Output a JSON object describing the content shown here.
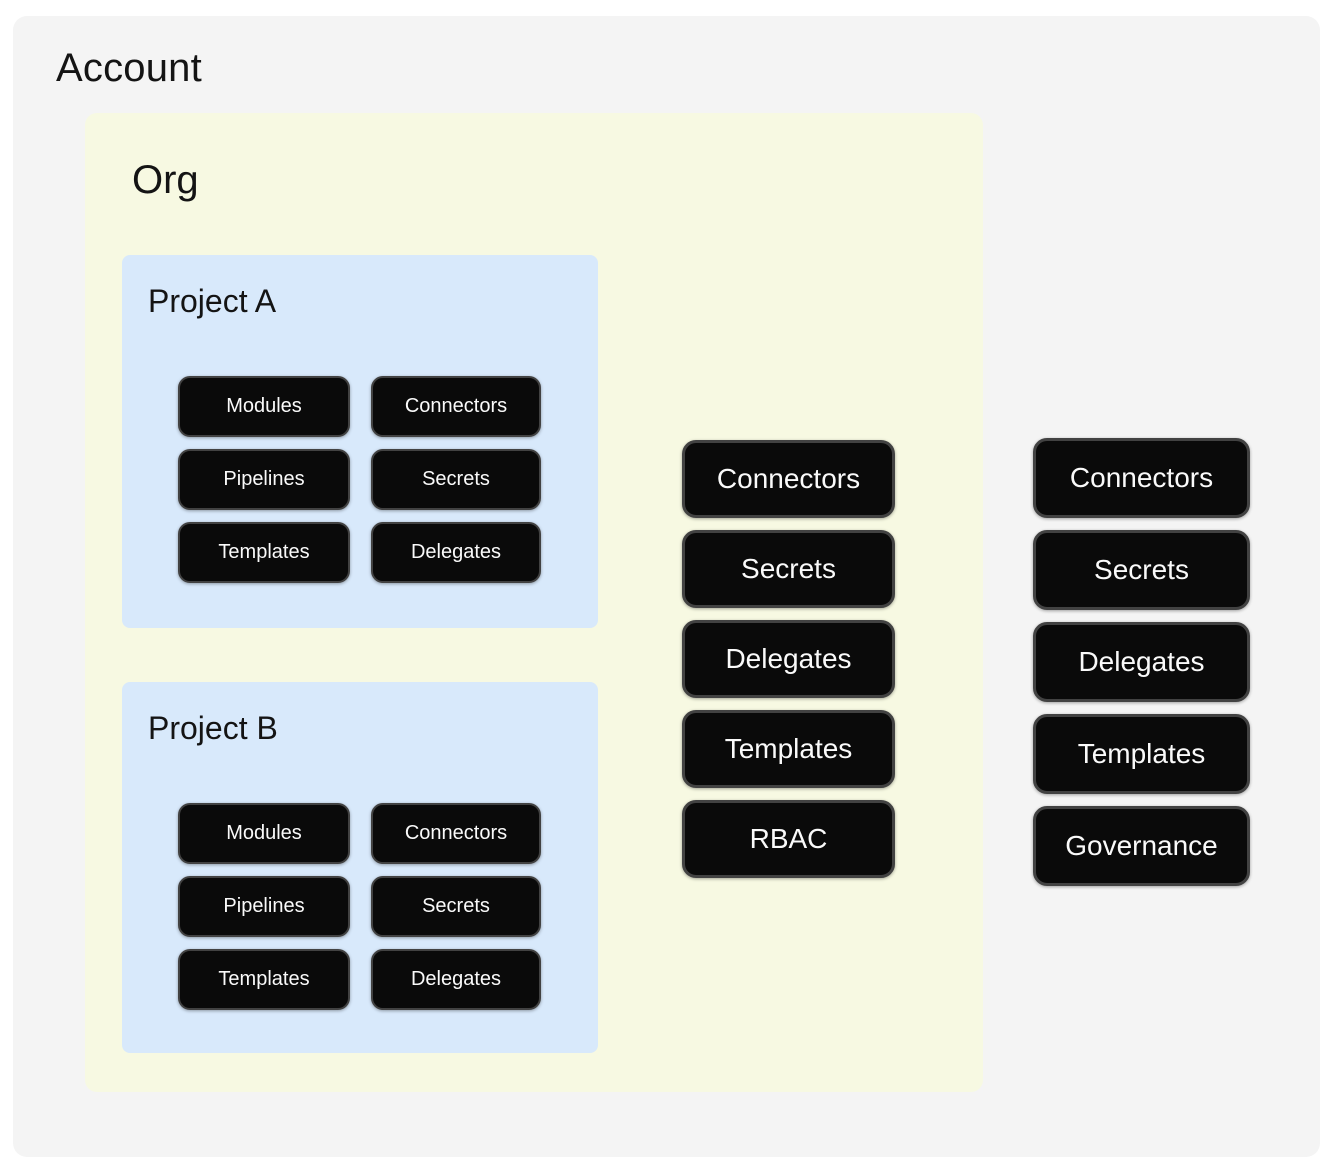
{
  "account": {
    "title": "Account",
    "resources": [
      "Connectors",
      "Secrets",
      "Delegates",
      "Templates",
      "Governance"
    ]
  },
  "org": {
    "title": "Org",
    "resources": [
      "Connectors",
      "Secrets",
      "Delegates",
      "Templates",
      "RBAC"
    ]
  },
  "projects": [
    {
      "title": "Project A",
      "resources": [
        "Modules",
        "Connectors",
        "Pipelines",
        "Secrets",
        "Templates",
        "Delegates"
      ]
    },
    {
      "title": "Project B",
      "resources": [
        "Modules",
        "Connectors",
        "Pipelines",
        "Secrets",
        "Templates",
        "Delegates"
      ]
    }
  ],
  "colors": {
    "account_bg": "#f4f4f4",
    "org_bg": "#f7f9e2",
    "project_bg": "#d8e9fb",
    "node_bg": "#0a0a0a",
    "node_border": "#424242",
    "node_text": "#fafafa"
  }
}
